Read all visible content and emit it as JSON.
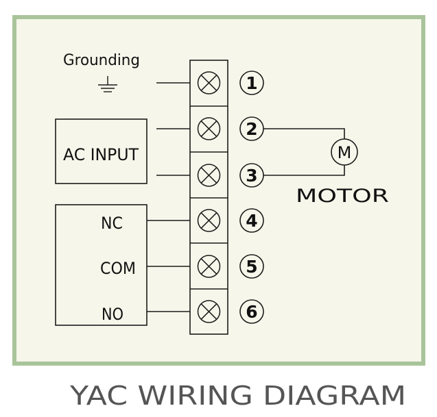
{
  "colors": {
    "border": "#a9c49a",
    "panel": "#f6f6ea",
    "line": "#1a1a1a",
    "title": "#555555"
  },
  "labels": {
    "grounding": "Grounding",
    "ac_input": "AC INPUT",
    "nc": "NC",
    "com": "COM",
    "no": "NO",
    "motor_symbol": "M",
    "motor": "MOTOR"
  },
  "terminals": [
    {
      "number": "1"
    },
    {
      "number": "2"
    },
    {
      "number": "3"
    },
    {
      "number": "4"
    },
    {
      "number": "5"
    },
    {
      "number": "6"
    }
  ],
  "title": "YAC WIRING DIAGRAM",
  "icons": {
    "ground": "ground-icon",
    "terminal_screw": "x-circle-icon"
  }
}
